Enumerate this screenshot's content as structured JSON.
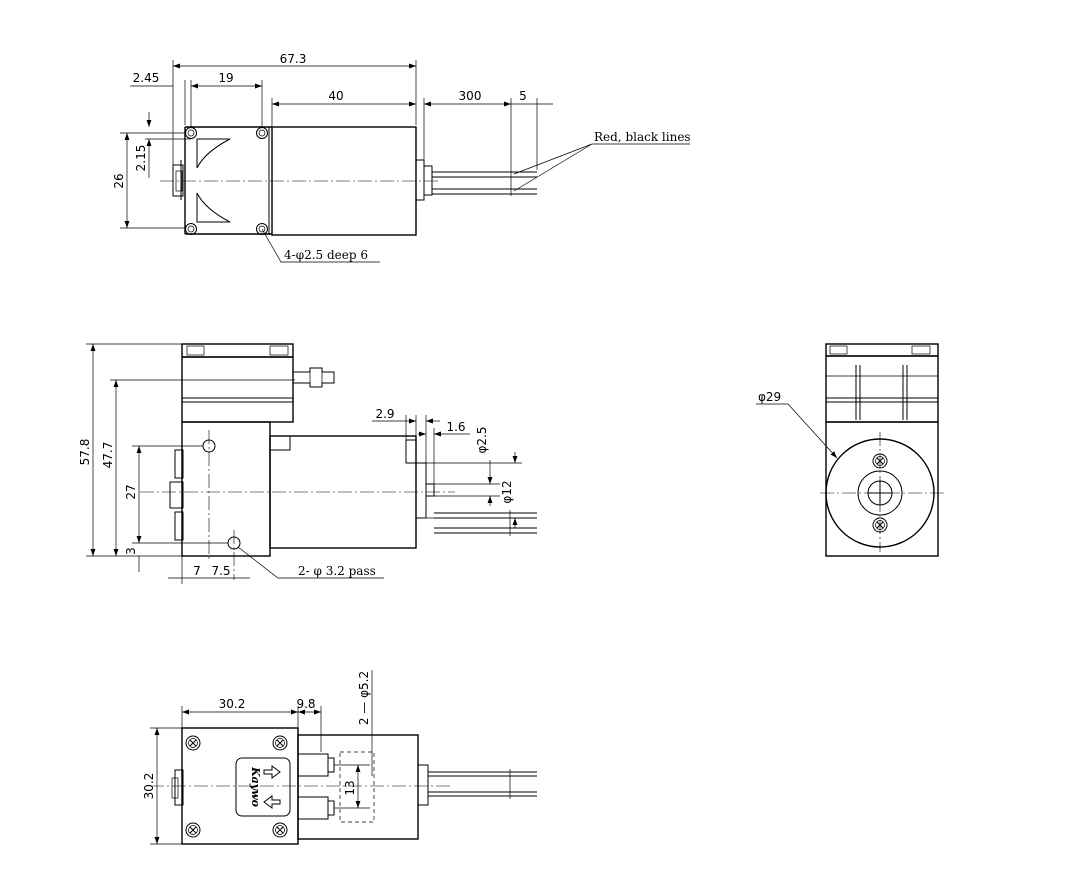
{
  "top_view": {
    "dims": {
      "overall_length": "67.3",
      "offset_left": "2.45",
      "hole_spacing": "19",
      "motor_length": "40",
      "wire_length": "300",
      "wire_strip": "5",
      "hole_offset": "2.15",
      "height": "26"
    },
    "notes": {
      "wires": "Red, black lines",
      "holes": "4-φ2.5 deep 6"
    }
  },
  "side_view": {
    "dims": {
      "total_height": "57.8",
      "port_height": "47.7",
      "hole_span": "27",
      "hole_bottom": "3",
      "hole_x1": "7",
      "hole_x2": "7.5",
      "shaft_length": "2.9",
      "shaft_step": "1.6",
      "shaft_dia": "φ2.5",
      "boss_dia": "φ12"
    },
    "notes": {
      "pass_holes": "2- φ 3.2 pass"
    }
  },
  "end_view": {
    "dims": {
      "motor_dia": "φ29"
    }
  },
  "bottom_view": {
    "dims": {
      "head_length": "30.2",
      "port_offset": "9.8",
      "port_dia": "2 — φ5.2",
      "port_spacing": "13",
      "width": "30.2"
    },
    "logo": "Kaywo"
  }
}
